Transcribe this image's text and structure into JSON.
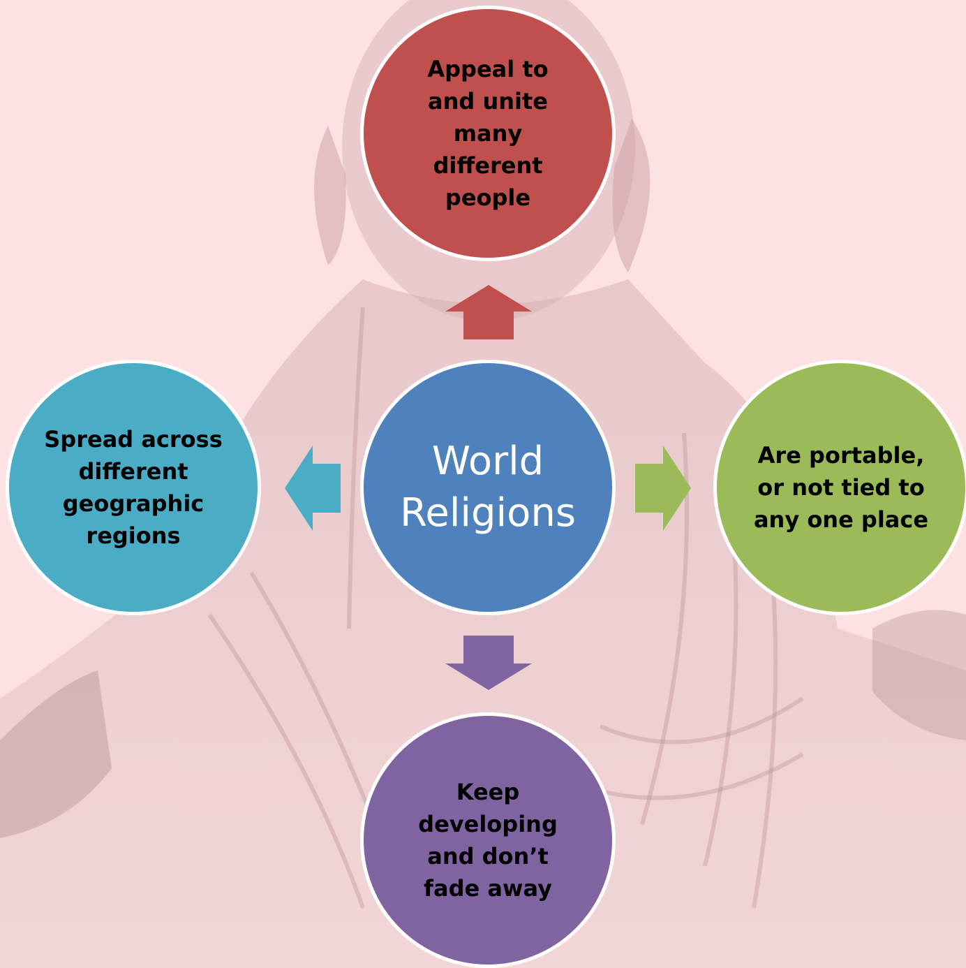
{
  "center": {
    "label": "World\nReligions",
    "color": "#4f81bd"
  },
  "nodes": {
    "top": {
      "label": "Appeal to\nand unite\nmany\ndifferent\npeople",
      "color": "#c0504d"
    },
    "right": {
      "label": "Are portable,\nor not tied to\nany one place",
      "color": "#9bbb59"
    },
    "bottom": {
      "label": "Keep\ndeveloping\nand don’t\nfade away",
      "color": "#8064a2"
    },
    "left": {
      "label": "Spread across\ndifferent\ngeographic\nregions",
      "color": "#4bacc6"
    }
  },
  "background": {
    "color": "#fde1e3",
    "image": "faded-buddha-statue"
  }
}
